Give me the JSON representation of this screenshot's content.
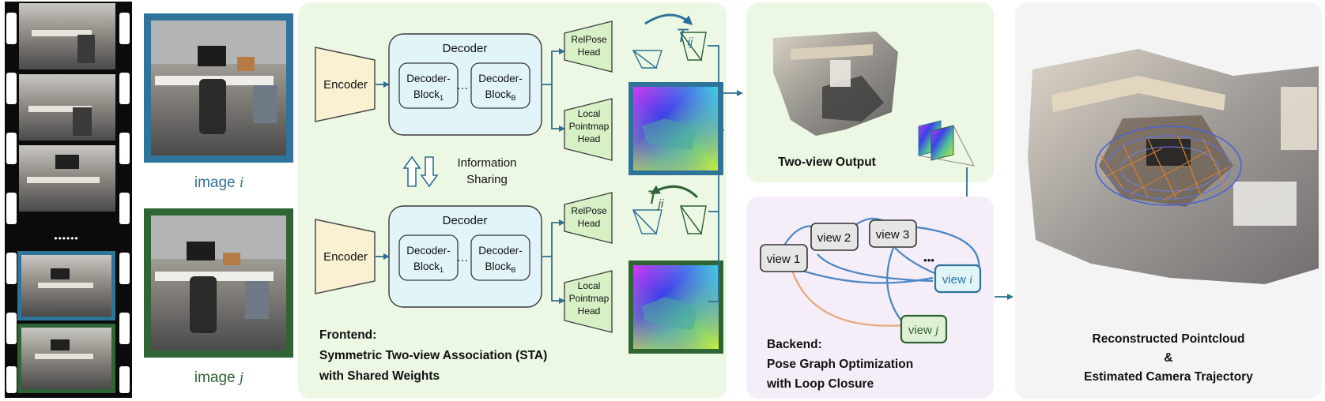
{
  "frontend": {
    "decoder_label": "Decoder",
    "encoder_label": "Encoder",
    "block_name": "Decoder-",
    "block_word": "Block",
    "block_sub_1": "1",
    "block_sub_b": "B",
    "ellipsis": "…",
    "relpose_head": [
      "RelPose",
      "Head"
    ],
    "pointmap_head": [
      "Local",
      "Pointmap",
      "Head"
    ],
    "info_sharing": [
      "Information",
      "Sharing"
    ],
    "t_ij_base": "T",
    "t_ij_sub": "ij",
    "t_ji_sub": "ji",
    "title": [
      "Frontend:",
      "Symmetric Two-view Association (STA)",
      "with Shared Weights"
    ]
  },
  "images": {
    "image_i_label": "image",
    "image_i_var": "i",
    "image_j_label": "image",
    "image_j_var": "j"
  },
  "film": {
    "dots": "••••••"
  },
  "two_view": {
    "title": "Two-view Output"
  },
  "backend": {
    "view1": "view 1",
    "view2": "view 2",
    "view3": "view 3",
    "view_i_word": "view",
    "view_i_var": "i",
    "view_j_word": "view",
    "view_j_var": "j",
    "dots": "•••",
    "title": [
      "Backend:",
      "Pose Graph Optimization",
      "with Loop Closure"
    ]
  },
  "recon": {
    "title": [
      "Reconstructed Pointcloud",
      "&",
      "Estimated Camera Trajectory"
    ]
  },
  "colors": {
    "blue": "#2e7399",
    "green": "#2f6434",
    "frontend_bg": "#ecf7e4",
    "backend_bg": "#f5edf7",
    "decoder_fill": "#e1f4f8",
    "encoder_fill": "#faf0d2",
    "head_fill": "#d8f0c6",
    "orange": "#e8a77c"
  }
}
